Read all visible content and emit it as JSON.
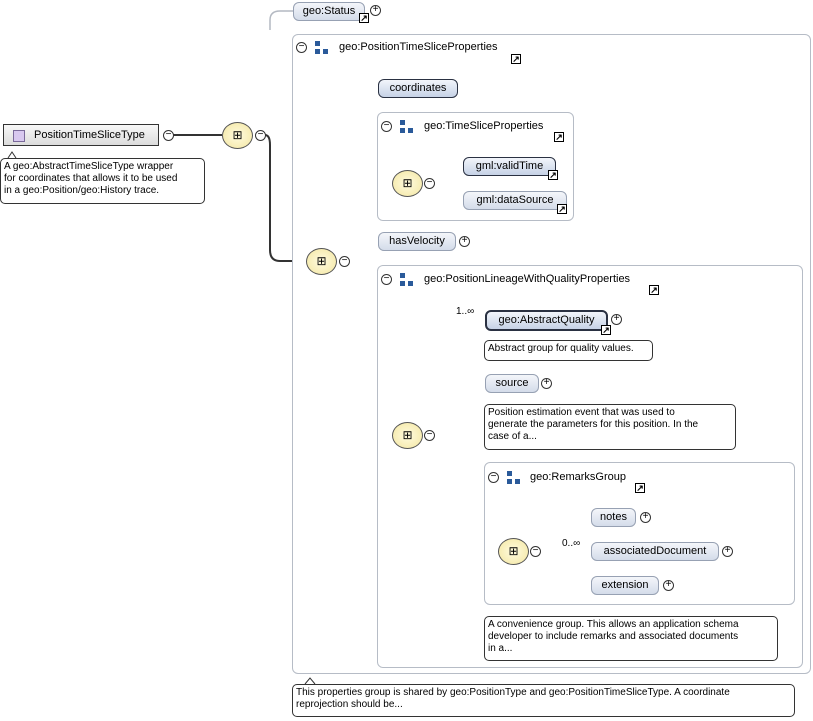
{
  "type": {
    "name": "PositionTimeSliceType",
    "doc": [
      "A geo:AbstractTimeSliceType wrapper",
      "for coordinates that allows it to be used",
      "in a geo:Position/geo:History trace."
    ]
  },
  "status": {
    "label": "geo:Status"
  },
  "groups": {
    "position_time_slice": {
      "label": "geo:PositionTimeSliceProperties",
      "doc": [
        "This properties group is shared by geo:PositionType and geo:PositionTimeSliceType. A coordinate",
        "reprojection should be..."
      ]
    },
    "time_slice": {
      "label": "geo:TimeSliceProperties"
    },
    "lineage": {
      "label": "geo:PositionLineageWithQualityProperties",
      "doc": [
        "A convenience group. This allows an application schema",
        "developer to include remarks and associated documents",
        "in a..."
      ]
    },
    "remarks": {
      "label": "geo:RemarksGroup"
    }
  },
  "elements": {
    "coordinates": "coordinates",
    "valid_time": "gml:validTime",
    "data_source": "gml:dataSource",
    "has_velocity": "hasVelocity",
    "abstract_quality": "geo:AbstractQuality",
    "abstract_quality_doc": "Abstract group for quality values.",
    "source": "source",
    "source_doc": [
      "Position estimation event that was used to",
      "generate the parameters for this position. In the",
      "case of a..."
    ],
    "notes": "notes",
    "associated_document": "associatedDocument",
    "extension": "extension"
  },
  "cardinality": {
    "abstract_quality": "1..∞",
    "associated_document": "0..∞"
  },
  "icons": {
    "group": "group-icon",
    "sequence": "sequence-compositor-icon",
    "reference": "reference-arrow-icon",
    "expand": "expand-plus-icon",
    "collapse": "collapse-minus-icon"
  }
}
